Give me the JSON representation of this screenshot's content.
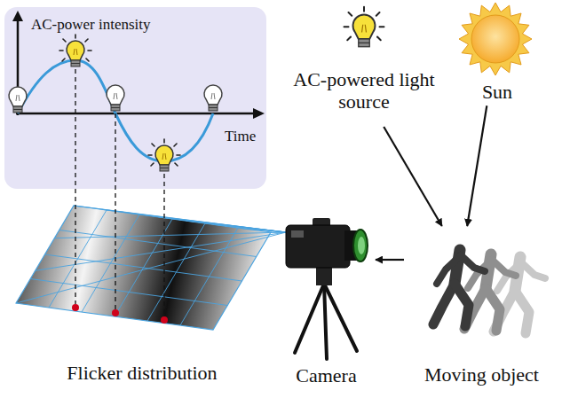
{
  "diagram": {
    "nodes": [
      {
        "text": [
          "AC-power intensity",
          "Time"
        ]
      },
      {
        "text": [
          "AC-powered light source"
        ]
      },
      {
        "text": [
          "Sun"
        ]
      },
      {
        "text": [
          "Flicker distribution"
        ]
      },
      {
        "text": [
          "Camera"
        ]
      },
      {
        "text": [
          "Moving object"
        ]
      }
    ],
    "edges": [
      {
        "from": 1,
        "to": 5,
        "arrow": "to"
      },
      {
        "from": 2,
        "to": 5,
        "arrow": "to"
      },
      {
        "from": 5,
        "to": 4,
        "arrow": "to"
      }
    ]
  }
}
